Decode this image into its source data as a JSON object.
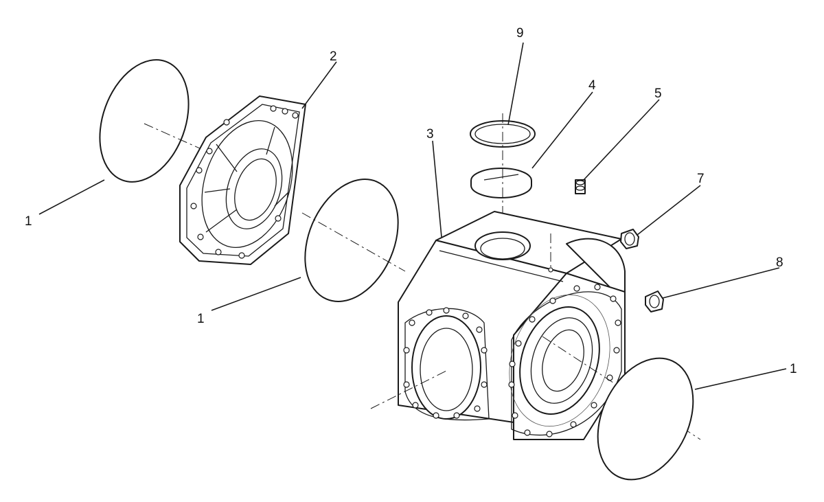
{
  "diagram": {
    "type": "exploded-parts-view",
    "line_color": "#1a1a1a",
    "background": "#ffffff"
  },
  "callouts": {
    "oring_left_top": "1",
    "oring_left_mid": "1",
    "oring_right": "1",
    "cover": "2",
    "housing": "3",
    "top_plug": "4",
    "fitting_small": "5",
    "plug_7": "7",
    "plug_8": "8",
    "snap_ring": "9"
  }
}
